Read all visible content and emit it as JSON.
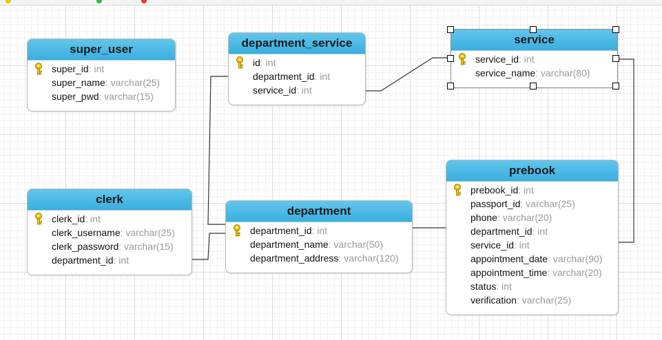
{
  "diagram": {
    "tables": [
      {
        "id": "super_user",
        "name": "super_user",
        "fields": [
          {
            "name": "super_id",
            "type": ": int",
            "pk": true
          },
          {
            "name": "super_name",
            "type": ": varchar(25)",
            "pk": false
          },
          {
            "name": "super_pwd",
            "type": ": varchar(15)",
            "pk": false
          }
        ]
      },
      {
        "id": "department_service",
        "name": "department_service",
        "fields": [
          {
            "name": "id",
            "type": ": int",
            "pk": true
          },
          {
            "name": "department_id",
            "type": ": int",
            "pk": false
          },
          {
            "name": "service_id",
            "type": ": int",
            "pk": false
          }
        ]
      },
      {
        "id": "service",
        "name": "service",
        "selected": true,
        "fields": [
          {
            "name": "service_id",
            "type": ": int",
            "pk": true
          },
          {
            "name": "service_name",
            "type": ": varchar(80)",
            "pk": false
          }
        ]
      },
      {
        "id": "clerk",
        "name": "clerk",
        "fields": [
          {
            "name": "clerk_id",
            "type": ": int",
            "pk": true
          },
          {
            "name": "clerk_username",
            "type": ": varchar(25)",
            "pk": false
          },
          {
            "name": "clerk_password",
            "type": ": varchar(15)",
            "pk": false
          },
          {
            "name": "department_id",
            "type": ": int",
            "pk": false
          }
        ]
      },
      {
        "id": "department",
        "name": "department",
        "fields": [
          {
            "name": "department_id",
            "type": ": int",
            "pk": true
          },
          {
            "name": "department_name",
            "type": ": varchar(50)",
            "pk": false
          },
          {
            "name": "department_address",
            "type": ": varchar(120)",
            "pk": false
          }
        ]
      },
      {
        "id": "prebook",
        "name": "prebook",
        "fields": [
          {
            "name": "prebook_id",
            "type": ": int",
            "pk": true
          },
          {
            "name": "passport_id",
            "type": ": varchar(25)",
            "pk": false
          },
          {
            "name": "phone",
            "type": ": varchar(20)",
            "pk": false
          },
          {
            "name": "department_id",
            "type": ": int",
            "pk": false
          },
          {
            "name": "service_id",
            "type": ": int",
            "pk": false
          },
          {
            "name": "appointment_date",
            "type": ": varchar(90)",
            "pk": false
          },
          {
            "name": "appointment_time",
            "type": ": varchar(20)",
            "pk": false
          },
          {
            "name": "status",
            "type": ": int",
            "pk": false
          },
          {
            "name": "verification",
            "type": ": varchar(25)",
            "pk": false
          }
        ]
      }
    ],
    "relations": [
      {
        "from": "department_service",
        "to": "service"
      },
      {
        "from": "department_service",
        "to": "department"
      },
      {
        "from": "clerk",
        "to": "department"
      },
      {
        "from": "department",
        "to": "prebook"
      },
      {
        "from": "service",
        "to": "prebook"
      }
    ]
  }
}
